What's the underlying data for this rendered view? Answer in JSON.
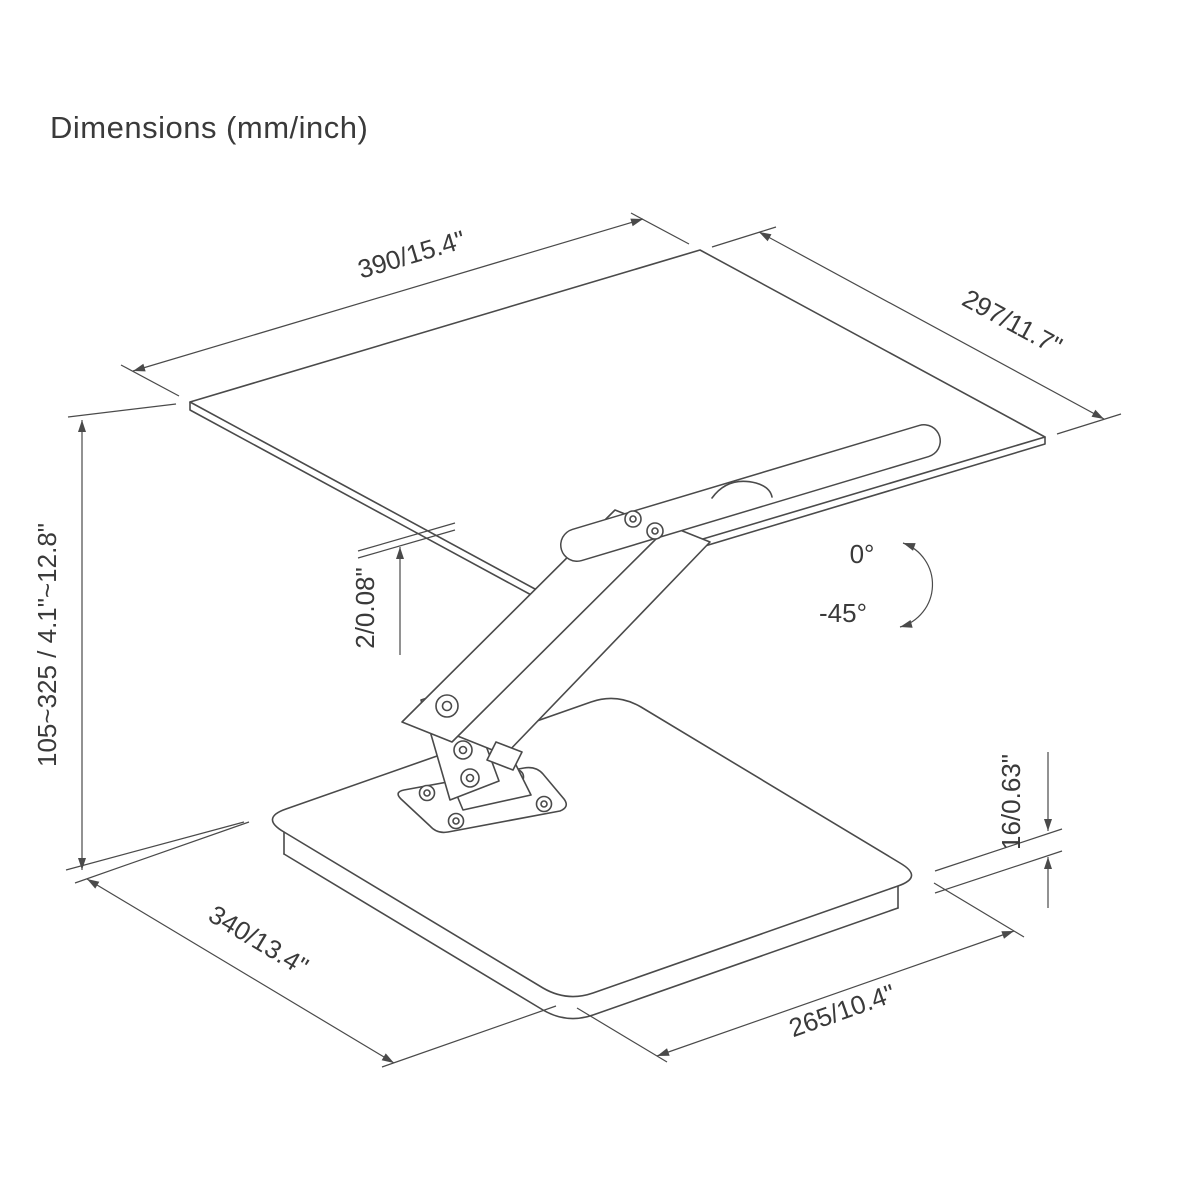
{
  "title": "Dimensions (mm/inch)",
  "dimensions": {
    "platform_width": "390/15.4\"",
    "platform_depth": "297/11.7\"",
    "height_range": "105~325 / 4.1\"~12.8\"",
    "platform_thickness": "2/0.08\"",
    "tilt_max": "0°",
    "tilt_min": "-45°",
    "base_thickness": "16/0.63\"",
    "base_depth": "340/13.4\"",
    "base_width": "265/10.4\""
  },
  "colors": {
    "background": "#ffffff",
    "line": "#4a4a4a",
    "text": "#3a3a3a"
  }
}
